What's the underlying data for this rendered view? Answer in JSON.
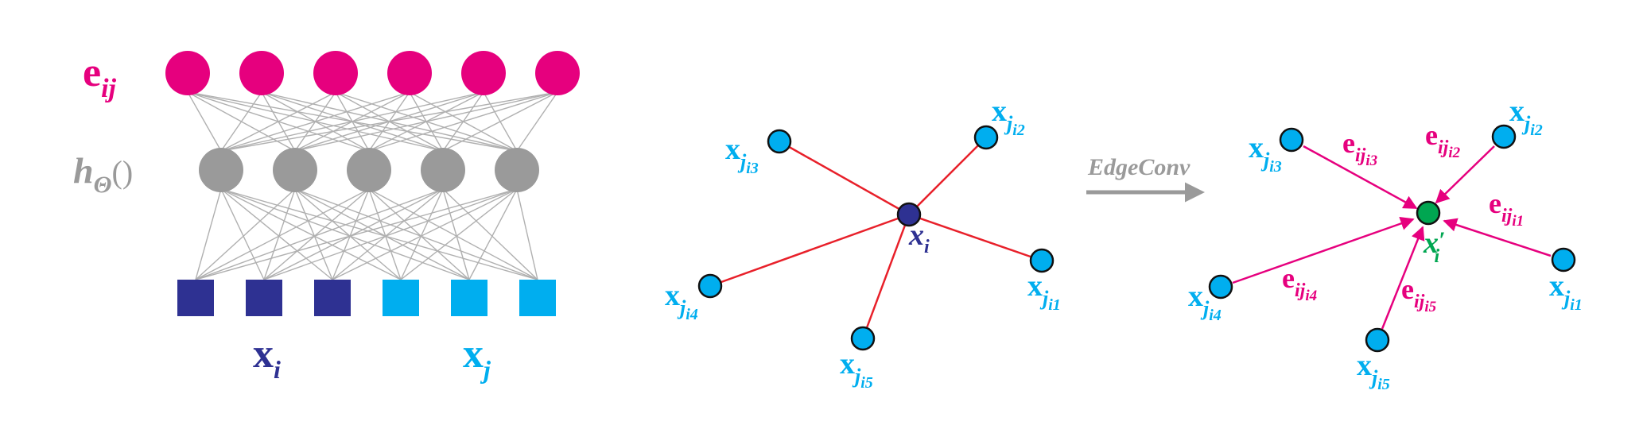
{
  "colors": {
    "edge_feature": "#e6007e",
    "hidden": "#9a9a9a",
    "center_node": "#2e3192",
    "neighbor_node": "#00aeef",
    "graph_edge": "#e8202a",
    "updated_node": "#00a651",
    "arrow": "#9a9a9a",
    "mlp_line": "#b0b0b0"
  },
  "mlp": {
    "output_label": {
      "main": "e",
      "sub": "ij"
    },
    "hidden_label": {
      "main": "h",
      "sub": "Θ",
      "suffix": "()"
    },
    "input_label_i": {
      "main": "x",
      "sub": "i"
    },
    "input_label_j": {
      "main": "x",
      "sub": "j"
    },
    "output_count": 6,
    "hidden_count": 5,
    "input_i_count": 3,
    "input_j_count": 3
  },
  "transition": {
    "label": "EdgeConv"
  },
  "graph_left": {
    "center": {
      "main": "x",
      "sub": "i"
    },
    "neighbors": [
      {
        "main": "x",
        "sub": "j",
        "subsub": "i3"
      },
      {
        "main": "x",
        "sub": "j",
        "subsub": "i2"
      },
      {
        "main": "x",
        "sub": "j",
        "subsub": "i1"
      },
      {
        "main": "x",
        "sub": "j",
        "subsub": "i4"
      },
      {
        "main": "x",
        "sub": "j",
        "subsub": "i5"
      }
    ]
  },
  "graph_right": {
    "center": {
      "main": "x",
      "prime": "′",
      "sub": "i"
    },
    "neighbors": [
      {
        "main": "x",
        "sub": "j",
        "subsub": "i3"
      },
      {
        "main": "x",
        "sub": "j",
        "subsub": "i2"
      },
      {
        "main": "x",
        "sub": "j",
        "subsub": "i1"
      },
      {
        "main": "x",
        "sub": "j",
        "subsub": "i4"
      },
      {
        "main": "x",
        "sub": "j",
        "subsub": "i5"
      }
    ],
    "edge_labels": [
      {
        "main": "e",
        "sub": "ij",
        "subsub": "i3"
      },
      {
        "main": "e",
        "sub": "ij",
        "subsub": "i2"
      },
      {
        "main": "e",
        "sub": "ij",
        "subsub": "i1"
      },
      {
        "main": "e",
        "sub": "ij",
        "subsub": "i4"
      },
      {
        "main": "e",
        "sub": "ij",
        "subsub": "i5"
      }
    ]
  }
}
